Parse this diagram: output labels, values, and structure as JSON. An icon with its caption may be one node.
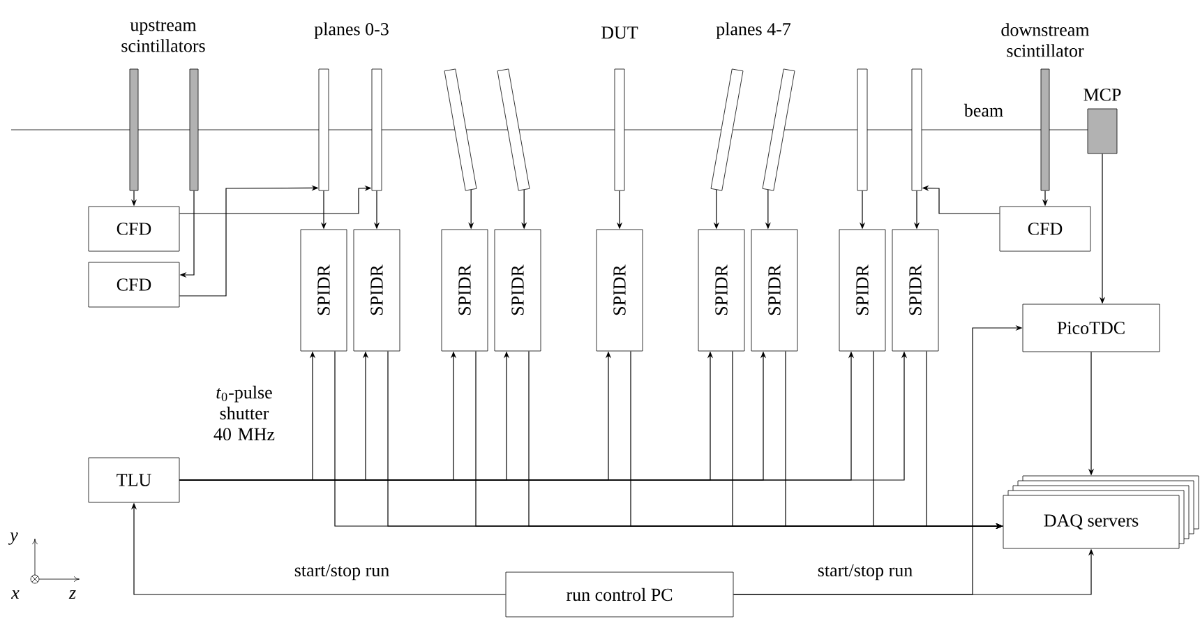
{
  "diagram": {
    "nodes": [
      {
        "text": [],
        "shape": "bar"
      },
      {
        "text": [],
        "shape": "bar"
      },
      {
        "text": [],
        "shape": "bar"
      },
      {
        "text": [],
        "shape": "bar"
      },
      {
        "text": [],
        "shape": "bar"
      },
      {
        "text": [],
        "shape": "bar"
      },
      {
        "text": [
          "DUT"
        ]
      },
      {
        "text": [],
        "shape": "bar"
      },
      {
        "text": [],
        "shape": "bar"
      },
      {
        "text": [],
        "shape": "bar"
      },
      {
        "text": [],
        "shape": "bar"
      },
      {
        "text": [
          "downstream scintillator"
        ]
      },
      {
        "text": [
          "MCP"
        ]
      },
      {
        "text": [
          "CFD"
        ]
      },
      {
        "text": [
          "CFD"
        ]
      },
      {
        "text": [
          "CFD"
        ]
      },
      {
        "text": [
          "SPIDR"
        ]
      },
      {
        "text": [
          "SPIDR"
        ]
      },
      {
        "text": [
          "SPIDR"
        ]
      },
      {
        "text": [
          "SPIDR"
        ]
      },
      {
        "text": [
          "SPIDR"
        ]
      },
      {
        "text": [
          "SPIDR"
        ]
      },
      {
        "text": [
          "SPIDR"
        ]
      },
      {
        "text": [
          "SPIDR"
        ]
      },
      {
        "text": [
          "SPIDR"
        ]
      },
      {
        "text": [
          "PicoTDC"
        ]
      },
      {
        "text": [
          "TLU"
        ]
      },
      {
        "text": [
          "DAQ servers"
        ]
      },
      {
        "text": [
          "run control PC"
        ]
      }
    ],
    "edges": [
      {
        "from": 0,
        "to": 13,
        "arrow": "to"
      },
      {
        "from": 1,
        "to": 14,
        "arrow": "to"
      },
      {
        "from": 13,
        "to": 3,
        "arrow": "to"
      },
      {
        "from": 14,
        "to": 2,
        "arrow": "to"
      },
      {
        "from": 11,
        "to": 15,
        "arrow": "to"
      },
      {
        "from": 15,
        "to": 10,
        "arrow": "to"
      },
      {
        "from": 2,
        "to": 16,
        "arrow": "to"
      },
      {
        "from": 3,
        "to": 17,
        "arrow": "to"
      },
      {
        "from": 4,
        "to": 18,
        "arrow": "to"
      },
      {
        "from": 5,
        "to": 19,
        "arrow": "to"
      },
      {
        "from": 6,
        "to": 20,
        "arrow": "to"
      },
      {
        "from": 7,
        "to": 21,
        "arrow": "to"
      },
      {
        "from": 8,
        "to": 22,
        "arrow": "to"
      },
      {
        "from": 9,
        "to": 23,
        "arrow": "to"
      },
      {
        "from": 10,
        "to": 24,
        "arrow": "to"
      },
      {
        "from": 12,
        "to": 25,
        "arrow": "to"
      },
      {
        "from": 25,
        "to": 27,
        "arrow": "to"
      },
      {
        "from": 26,
        "to": 16,
        "arrow": "to"
      },
      {
        "from": 26,
        "to": 17,
        "arrow": "to"
      },
      {
        "from": 26,
        "to": 18,
        "arrow": "to"
      },
      {
        "from": 26,
        "to": 19,
        "arrow": "to"
      },
      {
        "from": 26,
        "to": 20,
        "arrow": "to"
      },
      {
        "from": 26,
        "to": 21,
        "arrow": "to"
      },
      {
        "from": 26,
        "to": 22,
        "arrow": "to"
      },
      {
        "from": 26,
        "to": 23,
        "arrow": "to"
      },
      {
        "from": 26,
        "to": 24,
        "arrow": "to"
      },
      {
        "from": 16,
        "to": 27,
        "arrow": "to"
      },
      {
        "from": 17,
        "to": 27,
        "arrow": "to"
      },
      {
        "from": 18,
        "to": 27,
        "arrow": "to"
      },
      {
        "from": 19,
        "to": 27,
        "arrow": "to"
      },
      {
        "from": 20,
        "to": 27,
        "arrow": "to"
      },
      {
        "from": 21,
        "to": 27,
        "arrow": "to"
      },
      {
        "from": 22,
        "to": 27,
        "arrow": "to"
      },
      {
        "from": 23,
        "to": 27,
        "arrow": "to"
      },
      {
        "from": 24,
        "to": 27,
        "arrow": "to"
      },
      {
        "from": 28,
        "to": 26,
        "arrow": "to",
        "label": "start/stop run"
      },
      {
        "from": 28,
        "to": 27,
        "arrow": "to",
        "label": "start/stop run"
      },
      {
        "from": 28,
        "to": 25,
        "arrow": "to"
      }
    ],
    "labels": [
      "upstream scintillators",
      "planes 0-3",
      "planes 4-7",
      "beam",
      "*t*$_{0}$-pulse shutter 40 MHz",
      "y",
      "x",
      "z"
    ]
  }
}
